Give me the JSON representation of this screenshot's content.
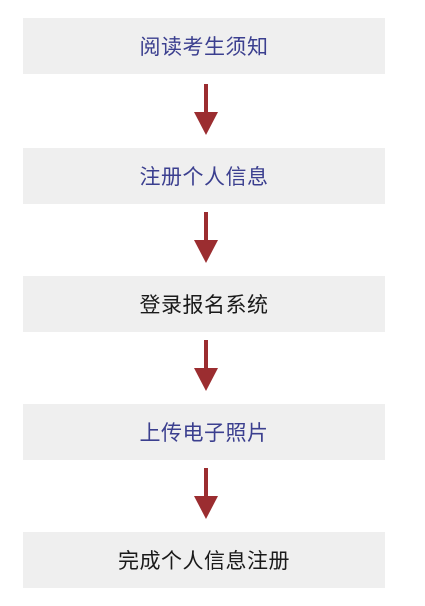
{
  "flow": {
    "steps": [
      {
        "label": "阅读考生须知",
        "color": "#3b3f8f"
      },
      {
        "label": "注册个人信息",
        "color": "#3b3f8f"
      },
      {
        "label": "登录报名系统",
        "color": "#1a1a1a"
      },
      {
        "label": "上传电子照片",
        "color": "#3b3f8f"
      },
      {
        "label": "完成个人信息注册",
        "color": "#1a1a1a"
      }
    ],
    "arrow_color": "#9b2d30",
    "box_color": "#efefef"
  }
}
